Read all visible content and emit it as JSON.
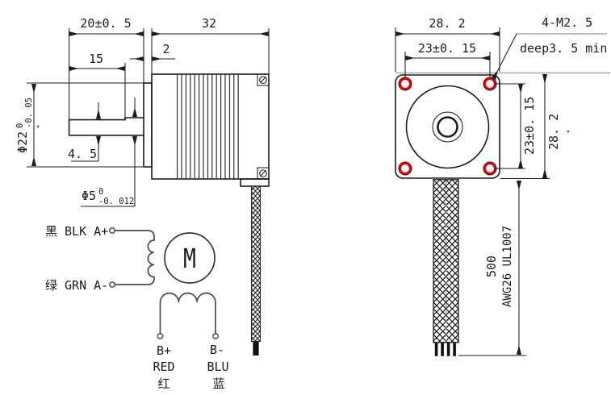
{
  "side_view": {
    "dim_shaft_length": "20±0. 5",
    "dim_body_length": "32",
    "dim_boss_thickness": "2",
    "dim_flat_length": "15",
    "dim_flat_height": "4. 5",
    "boss_dia_main": "Φ22",
    "boss_dia_sup": "0",
    "boss_dia_sub": "-0. 05",
    "shaft_dia_main": "Φ5",
    "shaft_dia_sup": "0",
    "shaft_dia_sub": "-0. 012"
  },
  "front_view": {
    "dim_width": "28. 2",
    "dim_hole_spacing_top": "23±0. 15",
    "dim_hole_spacing_right": "23±0. 15",
    "dim_height": "28. 2",
    "screw_callout_line1": "4-M2. 5",
    "screw_callout_line2": "deep3. 5 min",
    "cable_length": "500",
    "cable_spec": "AWG26 UL1007"
  },
  "wiring": {
    "phase_a_plus": "黑 BLK A+",
    "phase_a_minus": "绿 GRN A-",
    "motor_symbol": "M",
    "b_plus": "B+",
    "b_plus_color_en": "RED",
    "b_plus_color_cn": "红",
    "b_minus": "B-",
    "b_minus_color_en": "BLU",
    "b_minus_color_cn": "蓝"
  },
  "colors": {
    "line": "#1c1c1c",
    "gray_extension": "#a9a9a9",
    "hole_red": "#e60000",
    "wiring_line": "#4a4a4a"
  }
}
